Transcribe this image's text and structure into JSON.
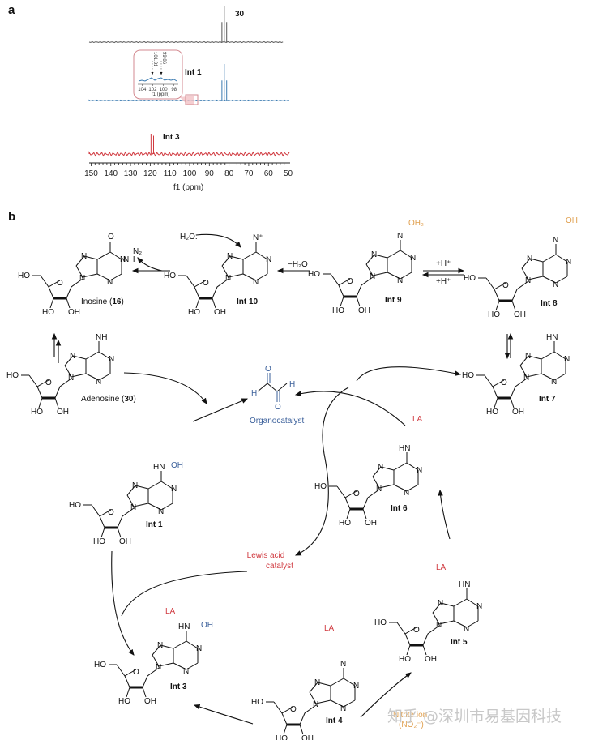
{
  "panels": {
    "a": "a",
    "b": "b"
  },
  "chart_data": {
    "type": "line",
    "title": "13C NMR spectra",
    "xlabel": "f1 (ppm)",
    "xlim": [
      151,
      49
    ],
    "xticks": [
      150,
      140,
      130,
      120,
      110,
      100,
      90,
      80,
      70,
      60,
      50
    ],
    "series": [
      {
        "name": "30",
        "color": "#555555",
        "peaks": [
          {
            "ppm": 83.6,
            "h": 0.55
          },
          {
            "ppm": 82.4,
            "h": 1.0
          },
          {
            "ppm": 81.2,
            "h": 0.55
          }
        ]
      },
      {
        "name": "Int 1",
        "color": "#3a7ab0",
        "peaks": [
          {
            "ppm": 83.6,
            "h": 0.55
          },
          {
            "ppm": 82.4,
            "h": 1.0
          },
          {
            "ppm": 81.2,
            "h": 0.55
          }
        ]
      },
      {
        "name": "Int 3",
        "color": "#d03a40",
        "peaks": [
          {
            "ppm": 119.6,
            "h": 1.0
          },
          {
            "ppm": 118.3,
            "h": 0.9
          }
        ]
      }
    ],
    "inset": {
      "series": "Int 1",
      "xlabel": "f1 (ppm)",
      "xticks": [
        104,
        102,
        100,
        98
      ],
      "annotations": [
        "101.31",
        "99.86"
      ],
      "highlight_range_ppm": [
        96,
        102
      ]
    }
  },
  "scheme": {
    "compounds": {
      "inosine": {
        "name": "Inosine (",
        "num": "16",
        "close": ")"
      },
      "adenosine": {
        "name": "Adenosine (",
        "num": "30",
        "close": ")"
      },
      "int10": "Int 10",
      "int9": "Int 9",
      "int8": "Int 8",
      "int7": "Int 7",
      "int6": "Int 6",
      "int5": "Int 5",
      "int4": "Int 4",
      "int3": "Int 3",
      "int1": "Int 1"
    },
    "reagents": {
      "n2": "N₂",
      "h2o": "H₂O:",
      "minus_h2o": "−H₂O",
      "plus_h_top": "+H⁺",
      "plus_h_bottom": "+H⁺",
      "nitrite": "(NO₂⁻)",
      "nitrite_label": "Nitrite ion"
    },
    "catalysts": {
      "organocatalyst": "Organocatalyst",
      "lewis_acid_line1": "Lewis acid",
      "lewis_acid_line2": "catalyst",
      "la": "LA"
    },
    "atoms": {
      "HO": "HO",
      "OH": "OH",
      "N": "N",
      "NH": "NH",
      "HN": "HN",
      "O": "O",
      "H": "H",
      "Nplus": "N⁺",
      "OH2": "OH₂",
      "plus": "+"
    },
    "colors": {
      "organo": "#3a5f9a",
      "lewis": "#d03a40",
      "nitrogen_species": "#e0a050"
    }
  },
  "watermark": "知乎 @深圳市易基因科技"
}
